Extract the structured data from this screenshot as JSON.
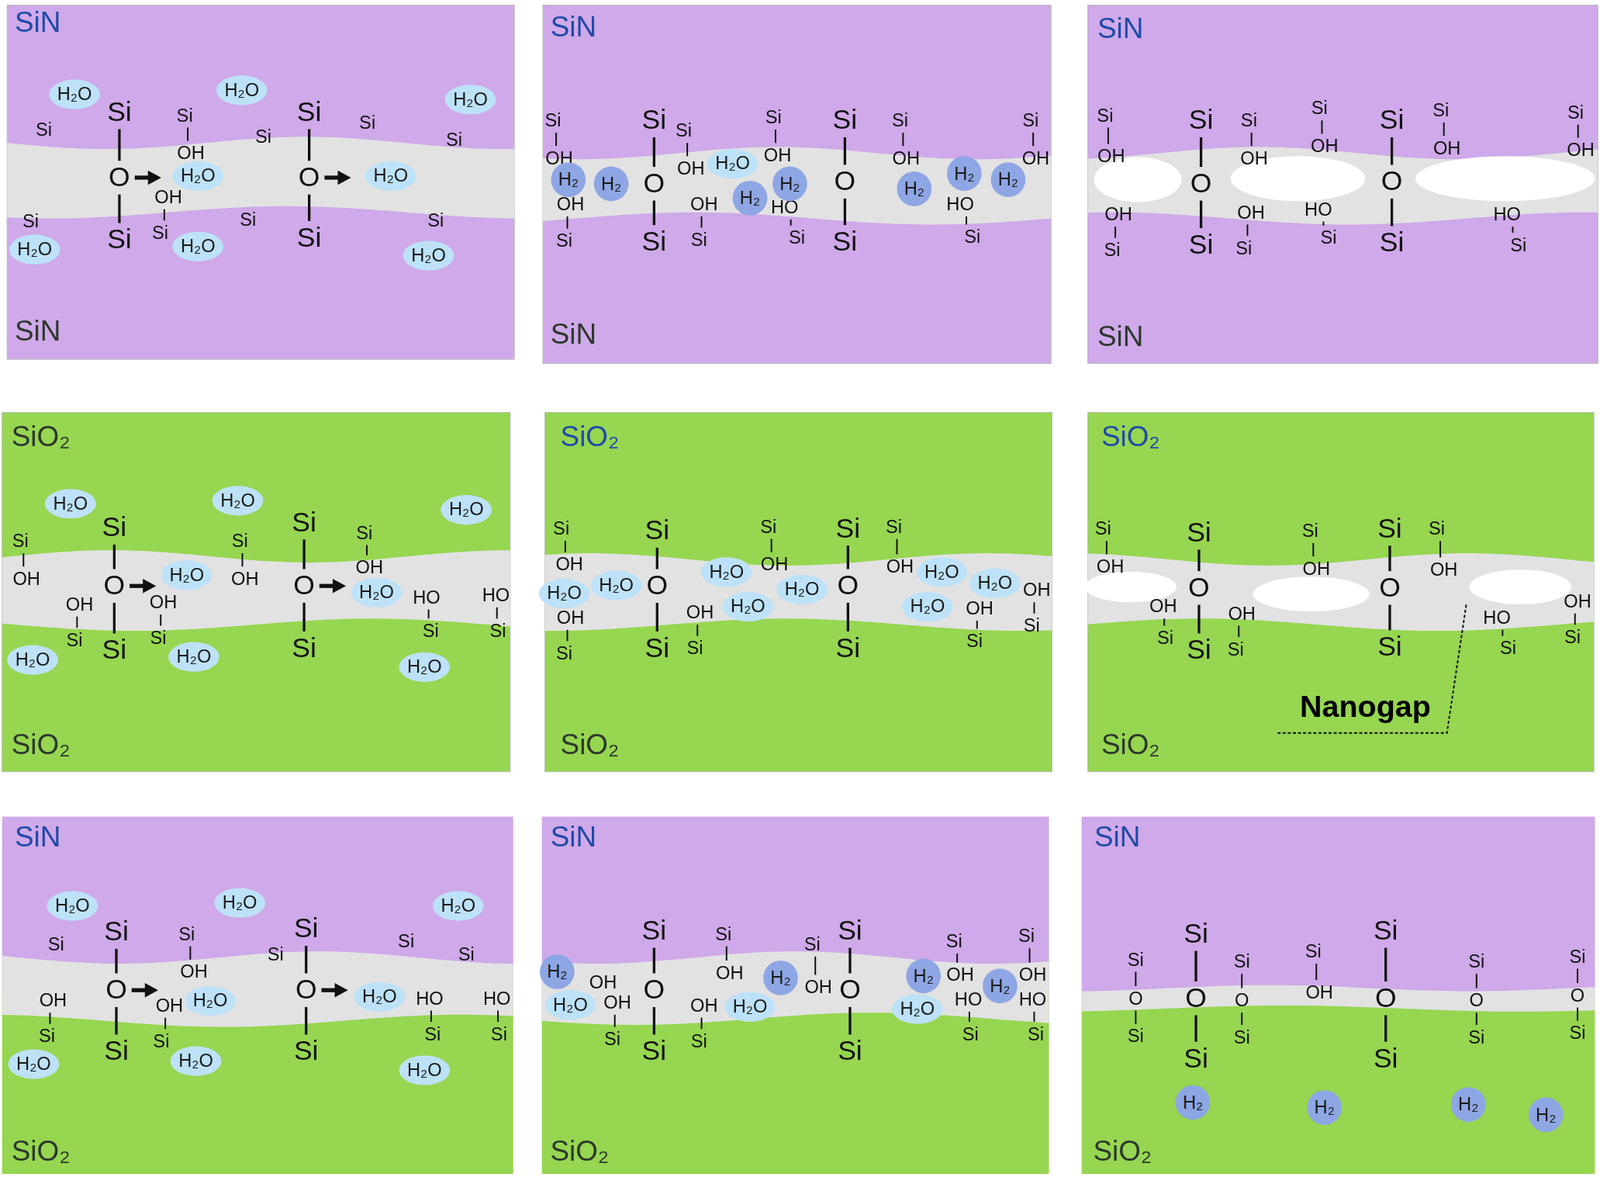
{
  "diagram": {
    "nodes": [
      {
        "text": [
          "H₂O"
        ]
      },
      {
        "text": [
          "H₂O"
        ]
      },
      {
        "text": [
          "H₂O"
        ]
      },
      {
        "text": [
          "H₂O"
        ]
      },
      {
        "text": [
          "H₂O"
        ]
      },
      {
        "text": [
          "H₂O"
        ]
      },
      {
        "text": [
          "H₂O"
        ]
      },
      {
        "text": [
          "H₂O"
        ]
      },
      {
        "text": [
          "H₂"
        ]
      },
      {
        "text": [
          "H₂"
        ]
      },
      {
        "text": [
          "H₂O"
        ]
      },
      {
        "text": [
          "H₂"
        ]
      },
      {
        "text": [
          "H₂"
        ]
      },
      {
        "text": [
          "H₂"
        ]
      },
      {
        "text": [
          "H₂"
        ]
      },
      {
        "text": [
          "H₂"
        ]
      },
      {
        "text": [
          "H₂O"
        ]
      },
      {
        "text": [
          "H₂O"
        ]
      },
      {
        "text": [
          "H₂O"
        ]
      },
      {
        "text": [
          "H₂O"
        ]
      },
      {
        "text": [
          "H₂O"
        ]
      },
      {
        "text": [
          "H₂O"
        ]
      },
      {
        "text": [
          "H₂O"
        ]
      },
      {
        "text": [
          "H₂O"
        ]
      },
      {
        "text": [
          "H₂O"
        ]
      },
      {
        "text": [
          "H₂O"
        ]
      },
      {
        "text": [
          "H₂O"
        ]
      },
      {
        "text": [
          "H₂O"
        ]
      },
      {
        "text": [
          "H₂O"
        ]
      },
      {
        "text": [
          "H₂O"
        ]
      },
      {
        "text": [
          "H₂O"
        ]
      },
      {
        "text": [
          "H₂O"
        ]
      },
      {
        "text": [
          "H₂O"
        ]
      },
      {
        "text": [
          "H₂O"
        ]
      },
      {
        "text": [
          "H₂O"
        ]
      },
      {
        "text": [
          "H₂O"
        ]
      },
      {
        "text": [
          "H₂O"
        ]
      },
      {
        "text": [
          "H₂O"
        ]
      },
      {
        "text": [
          "H₂O"
        ]
      },
      {
        "text": [
          "H₂O"
        ]
      },
      {
        "text": [
          "H₂"
        ]
      },
      {
        "text": [
          "H₂O"
        ]
      },
      {
        "text": [
          "H₂O"
        ]
      },
      {
        "text": [
          "H₂"
        ]
      },
      {
        "text": [
          "H₂"
        ]
      },
      {
        "text": [
          "H₂"
        ]
      },
      {
        "text": [
          "H₂O"
        ]
      },
      {
        "text": [
          "H₂"
        ]
      },
      {
        "text": [
          "H₂"
        ]
      },
      {
        "text": [
          "H₂"
        ]
      },
      {
        "text": [
          "H₂"
        ]
      }
    ],
    "labels": [
      "SiN",
      "Si",
      "O",
      "Si",
      "Si",
      "O",
      "Si",
      "Si",
      "Si",
      "Si",
      "Si",
      "Si",
      "OH",
      "OH",
      "Si",
      "Si",
      "Si",
      "Si",
      "SiN",
      "SiN",
      "Si",
      "O",
      "Si",
      "Si",
      "O",
      "Si",
      "Si",
      "OH",
      "Si",
      "OH",
      "Si",
      "OH",
      "Si",
      "OH",
      "Si",
      "OH",
      "OH",
      "Si",
      "OH",
      "Si",
      "HO",
      "Si",
      "HO",
      "Si",
      "SiN",
      "SiN",
      "Si",
      "O",
      "Si",
      "Si",
      "O",
      "Si",
      "Si",
      "OH",
      "Si",
      "OH",
      "Si",
      "OH",
      "Si",
      "OH",
      "Si",
      "OH",
      "OH",
      "Si",
      "OH",
      "Si",
      "HO",
      "Si",
      "HO",
      "Si",
      "SiN",
      "SiO₂",
      "Si",
      "O",
      "Si",
      "Si",
      "O",
      "Si",
      "Si",
      "OH",
      "Si",
      "OH",
      "Si",
      "OH",
      "OH",
      "Si",
      "OH",
      "Si",
      "HO",
      "Si",
      "HO",
      "Si",
      "SiO₂",
      "SiO₂",
      "Si",
      "O",
      "Si",
      "Si",
      "O",
      "Si",
      "Si",
      "OH",
      "Si",
      "OH",
      "Si",
      "OH",
      "OH",
      "Si",
      "OH",
      "Si",
      "OH",
      "Si",
      "OH",
      "Si",
      "SiO₂",
      "SiO₂",
      "Si",
      "O",
      "Si",
      "Si",
      "O",
      "Si",
      "Si",
      "OH",
      "Si",
      "OH",
      "Si",
      "OH",
      "OH",
      "Si",
      "OH",
      "Si",
      "HO",
      "Si",
      "OH",
      "Si",
      "Nanogap",
      "SiO₂",
      "SiN",
      "Si",
      "O",
      "Si",
      "Si",
      "O",
      "Si",
      "Si",
      "OH",
      "Si",
      "Si",
      "Si",
      "Si",
      "OH",
      "Si",
      "OH",
      "Si",
      "HO",
      "Si",
      "HO",
      "Si",
      "SiO₂",
      "SiN",
      "Si",
      "O",
      "Si",
      "Si",
      "O",
      "Si",
      "Si",
      "OH",
      "Si",
      "OH",
      "Si",
      "OH",
      "Si",
      "OH",
      "OH",
      "OH",
      "Si",
      "OH",
      "Si",
      "HO",
      "Si",
      "HO",
      "Si",
      "SiO₂",
      "SiN",
      "Si",
      "O",
      "Si",
      "Si",
      "O",
      "Si",
      "Si",
      "O",
      "Si",
      "Si",
      "O",
      "Si",
      "Si",
      "OH",
      "Si",
      "O",
      "Si",
      "Si",
      "O",
      "Si",
      "SiO₂"
    ]
  }
}
